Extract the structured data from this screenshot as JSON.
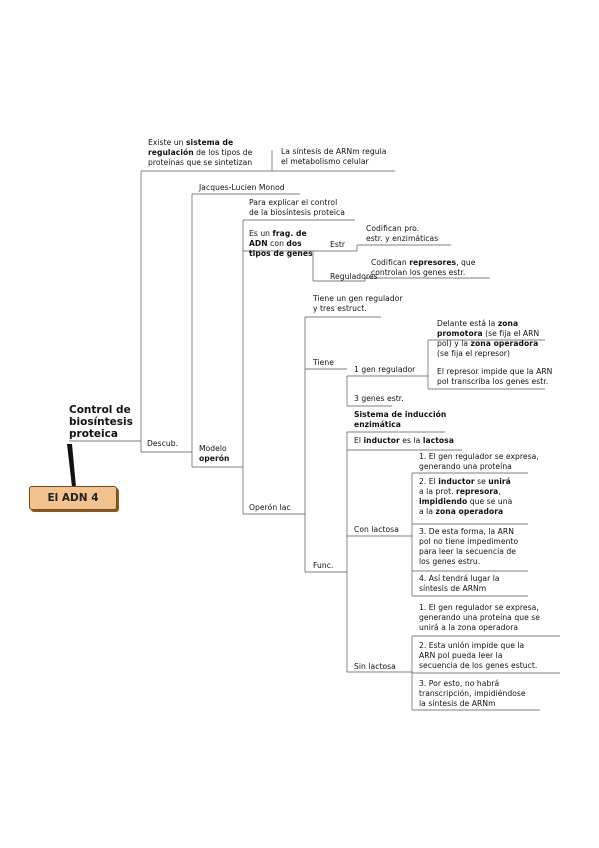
{
  "root": {
    "title_lines": [
      "Control de",
      "biosíntesis",
      "proteica"
    ],
    "badge": "El ADN 4"
  },
  "nodes": {
    "existe": [
      [
        "Existe un ",
        "*sistema de"
      ],
      [
        "*regulación",
        " de los tipos de"
      ],
      [
        "proteínas que se sintetizan"
      ]
    ],
    "sintesis": [
      [
        "La síntesis de ARNm regula"
      ],
      [
        "el metabolismo celular"
      ]
    ],
    "descub": [
      [
        "Descub."
      ]
    ],
    "jacques": [
      [
        "Jacques-Lucien Monod"
      ]
    ],
    "modelo": [
      [
        "Modelo"
      ],
      [
        "*operón"
      ]
    ],
    "para": [
      [
        "Para explicar el control"
      ],
      [
        "de la biosíntesis proteica"
      ]
    ],
    "frag": [
      [
        "Es un ",
        "*frag. de"
      ],
      [
        "*ADN",
        " con ",
        "*dos"
      ],
      [
        "*tipos de genes"
      ]
    ],
    "estr": [
      [
        "Estr"
      ]
    ],
    "codifican1": [
      [
        "Codifican pro."
      ],
      [
        "estr. y enzimáticas"
      ]
    ],
    "reguladores": [
      [
        "Reguladores"
      ]
    ],
    "codifican2": [
      [
        "Codifican ",
        "*represores",
        ", que"
      ],
      [
        "controlan los genes estr."
      ]
    ],
    "operon_lac": [
      [
        "Operón lac"
      ]
    ],
    "tiene_gen": [
      [
        "Tiene un gen regulador"
      ],
      [
        "y tres estruct."
      ]
    ],
    "tiene": [
      [
        "Tiene"
      ]
    ],
    "gen_regulador": [
      [
        "1 gen regulador"
      ]
    ],
    "delante": [
      [
        "Delante está la ",
        "*zona"
      ],
      [
        "*promotora",
        " (se fija el ARN"
      ],
      [
        "pol) y la ",
        "*zona operadora"
      ],
      [
        "(se fija el represor)"
      ]
    ],
    "represor_impide": [
      [
        "El represor impide que la ARN"
      ],
      [
        "pol transcriba los genes estr."
      ]
    ],
    "tres_genes": [
      [
        "3 genes estr."
      ]
    ],
    "func": [
      [
        "Func."
      ]
    ],
    "sistema_induccion": [
      [
        "*Sistema de inducción"
      ],
      [
        "*enzimática"
      ]
    ],
    "inductor": [
      [
        "El ",
        "*inductor",
        " es la ",
        "*lactosa"
      ]
    ],
    "con_lactosa": [
      [
        "Con lactosa"
      ]
    ],
    "con1": [
      [
        "1. El gen regulador se expresa,"
      ],
      [
        "generando una proteína"
      ]
    ],
    "con2": [
      [
        "2. El ",
        "*inductor",
        " se ",
        "*unirá"
      ],
      [
        "a la prot. ",
        "*represora",
        ","
      ],
      [
        "*impidiendo",
        " que se una"
      ],
      [
        "a la ",
        "*zona operadora"
      ]
    ],
    "con3": [
      [
        "3. De esta forma, la ARN"
      ],
      [
        "pol no tiene impedimento"
      ],
      [
        "para leer la secuencia de"
      ],
      [
        "los genes estru."
      ]
    ],
    "con4": [
      [
        "4. Así tendrá lugar la"
      ],
      [
        "síntesis de ARNm"
      ]
    ],
    "sin_lactosa": [
      [
        "Sin lactosa"
      ]
    ],
    "sin1": [
      [
        "1. El gen regulador se expresa,"
      ],
      [
        "generando una proteína que se"
      ],
      [
        "unirá a la zona operadora"
      ]
    ],
    "sin2": [
      [
        "2. Esta unión impide que la"
      ],
      [
        "ARN pol pueda leer la"
      ],
      [
        "secuencia de los genes estuct."
      ]
    ],
    "sin3": [
      [
        "3. Por esto, no habrá"
      ],
      [
        "transcripción, impidiéndose"
      ],
      [
        "la síntesis de ARNm"
      ]
    ]
  }
}
